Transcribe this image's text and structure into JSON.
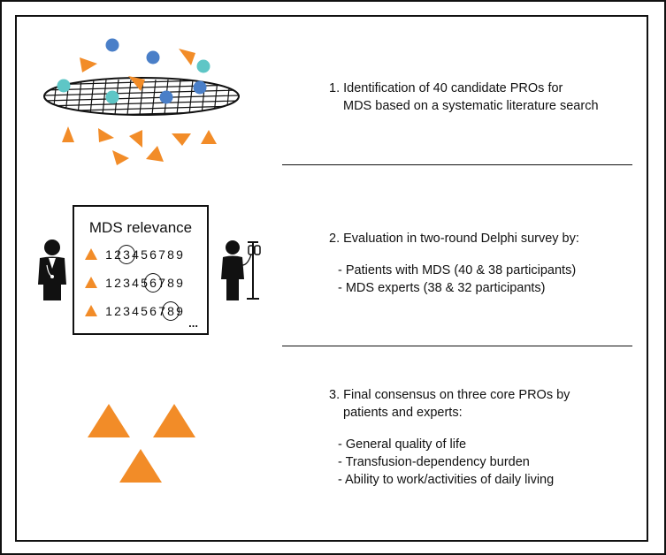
{
  "steps": {
    "step1": {
      "line1": "1. Identification of 40 candidate PROs for",
      "line2": "MDS based on a systematic literature search"
    },
    "step2": {
      "line1": "2. Evaluation in two-round Delphi survey by:",
      "items": [
        "- Patients with MDS (40 & 38 participants)",
        "- MDS experts (38 & 32 participants)"
      ]
    },
    "step3": {
      "line1": "3. Final consensus on three core PROs by",
      "line2": "patients and experts:",
      "items": [
        "- General quality of life",
        "- Transfusion-dependency burden",
        "- Ability to work/activities of daily living"
      ]
    }
  },
  "relevance": {
    "title": "MDS relevance",
    "rows": [
      {
        "numbers": [
          "1",
          "2",
          "3",
          "4",
          "5",
          "6",
          "7",
          "8",
          "9"
        ],
        "circled": "3"
      },
      {
        "numbers": [
          "1",
          "2",
          "3",
          "4",
          "5",
          "6",
          "7",
          "8",
          "9"
        ],
        "circled": "6"
      },
      {
        "numbers": [
          "1",
          "2",
          "3",
          "4",
          "5",
          "6",
          "7",
          "8",
          "9"
        ],
        "circled": "8"
      }
    ],
    "ellipsis": "..."
  },
  "colors": {
    "orange": "#f28c28",
    "blue": "#4a7fc8",
    "teal": "#5ec6c6",
    "line": "#111111"
  }
}
